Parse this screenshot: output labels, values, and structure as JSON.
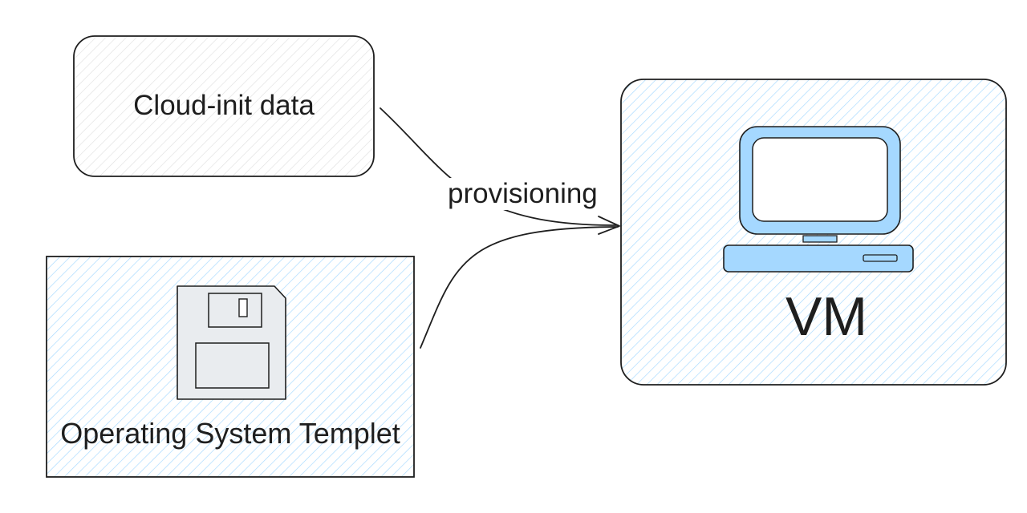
{
  "diagram": {
    "nodes": {
      "cloud_init": {
        "label": "Cloud-init data"
      },
      "os_template": {
        "label": "Operating System Templet",
        "icon": "floppy-disk-icon"
      },
      "vm": {
        "label": "VM",
        "icon": "desktop-computer-icon"
      }
    },
    "edges": [
      {
        "from": "cloud_init",
        "to": "vm",
        "label": "provisioning"
      },
      {
        "from": "os_template",
        "to": "vm"
      }
    ]
  },
  "colors": {
    "stroke": "#1e1e1e",
    "hatch_gray": "#dedede",
    "hatch_blue": "#a5d8ff",
    "icon_blue": "#a5d8ff",
    "icon_gray": "#e9ecef"
  }
}
